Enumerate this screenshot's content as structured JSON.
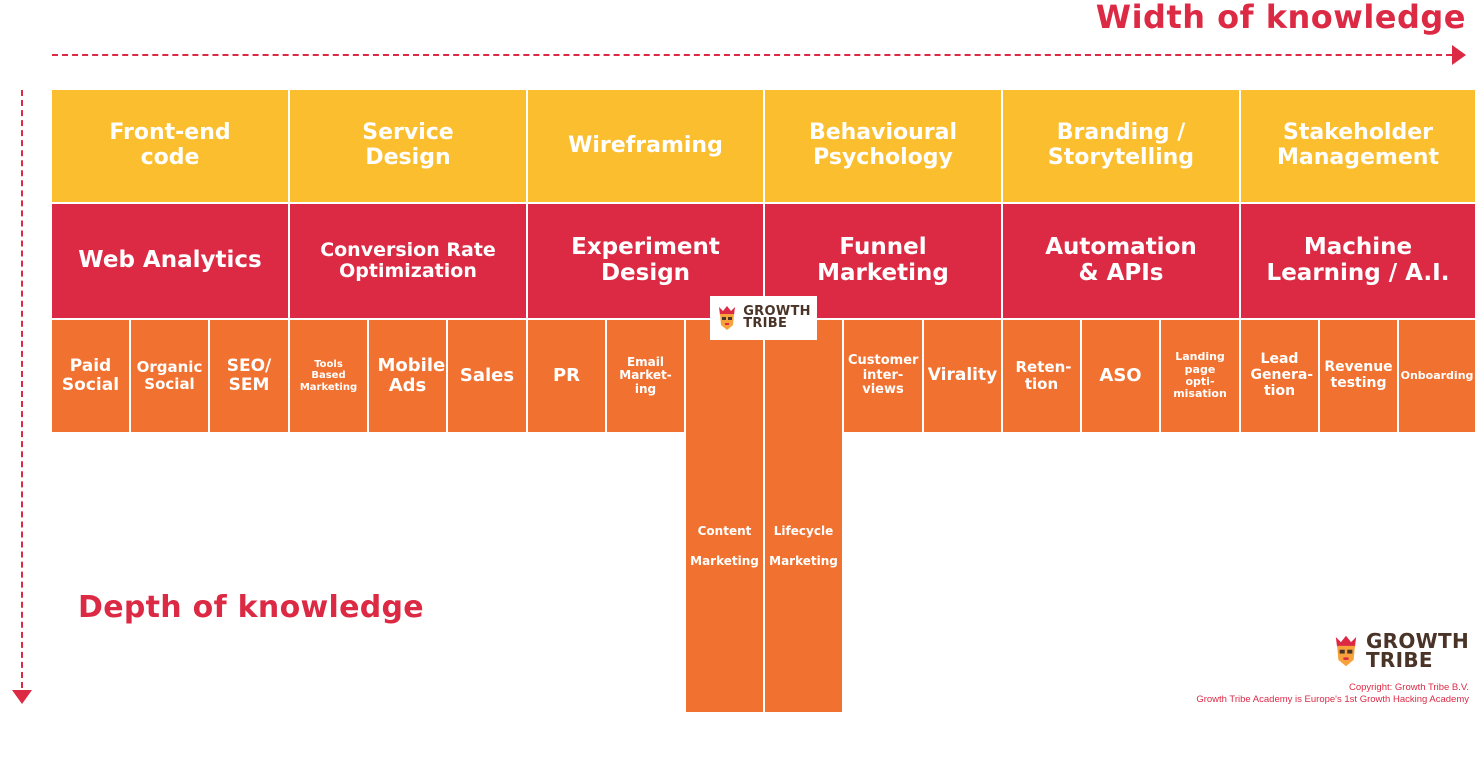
{
  "axes": {
    "width_label": "Width of knowledge",
    "depth_label": "Depth of knowledge"
  },
  "top_row": [
    "Front-end code",
    "Service Design",
    "Wireframing",
    "Behavioural Psychology",
    "Branding / Storytelling",
    "Stakeholder Management"
  ],
  "middle_row": [
    "Web Analytics",
    "Conversion Rate Optimization",
    "Experiment Design",
    "Funnel Marketing",
    "Automation & APIs",
    "Machine Learning / A.I."
  ],
  "bottom_row": [
    "Paid Social",
    "Organic Social",
    "SEO/ SEM",
    "Tools Based Marketing",
    "Mobile Ads",
    "Sales",
    "PR",
    "Email Market-ing",
    "Content Marketing",
    "Lifecycle Marketing",
    "Customer inter-views",
    "Virality",
    "Reten-tion",
    "ASO",
    "Landing page opti-misation",
    "Lead Genera-tion",
    "Revenue testing",
    "Onboarding"
  ],
  "logo": {
    "line1": "GROWTH",
    "line2": "TRIBE"
  },
  "footer": {
    "copyright": "Copyright: Growth Tribe B.V.",
    "tagline": "Growth Tribe Academy is Europe's 1st Growth Hacking Academy"
  },
  "colors": {
    "yellow": "#fbbe2e",
    "red": "#dc2a45",
    "orange": "#f17230",
    "logo_brown": "#4a3327"
  },
  "icons": [
    "mask-icon"
  ]
}
